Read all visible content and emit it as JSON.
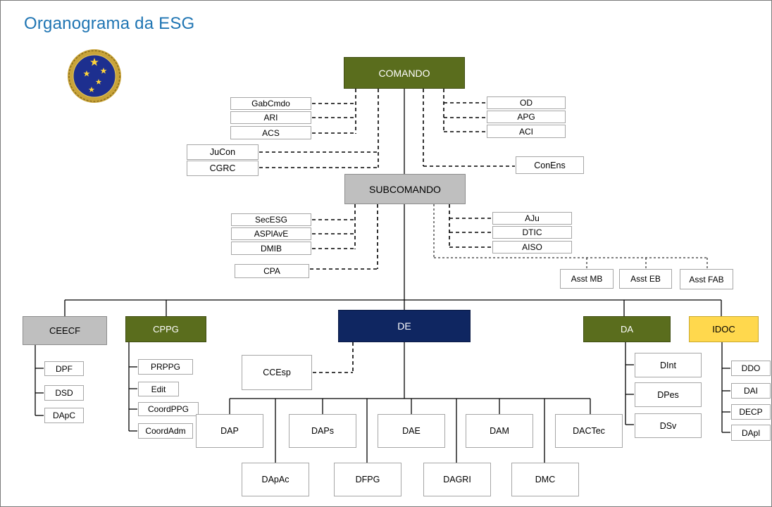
{
  "title": "Organograma da ESG",
  "colors": {
    "title": "#1f75b3",
    "comando": "#5a6d1d",
    "subcomando": "#bfbfbf",
    "de": "#0f2661",
    "idoc": "#ffd84d"
  },
  "icons": {
    "seal": "esg-seal-icon"
  },
  "org": {
    "comando": "COMANDO",
    "subcomando": "SUBCOMANDO",
    "comando_left": [
      "GabCmdo",
      "ARI",
      "ACS"
    ],
    "comando_right": [
      "OD",
      "APG",
      "ACI"
    ],
    "jucon": "JuCon",
    "cgrc": "CGRC",
    "conens": "ConEns",
    "sub_left": [
      "SecESG",
      "ASPlAvE",
      "DMIB"
    ],
    "sub_right": [
      "AJu",
      "DTIC",
      "AISO"
    ],
    "cpa": "CPA",
    "assts": [
      "Asst MB",
      "Asst EB",
      "Asst FAB"
    ],
    "ceecf": {
      "name": "CEECF",
      "children": [
        "DPF",
        "DSD",
        "DApC"
      ]
    },
    "cppg": {
      "name": "CPPG",
      "children": [
        "PRPPG",
        "Edit",
        "CoordPPG",
        "CoordAdm"
      ]
    },
    "de": {
      "name": "DE",
      "ccesp": "CCEsp",
      "top": [
        "DAP",
        "DAPs",
        "DAE",
        "DAM",
        "DACTec"
      ],
      "bottom": [
        "DApAc",
        "DFPG",
        "DAGRI",
        "DMC"
      ]
    },
    "da": {
      "name": "DA",
      "children": [
        "DInt",
        "DPes",
        "DSv"
      ]
    },
    "idoc": {
      "name": "IDOC",
      "children": [
        "DDO",
        "DAI",
        "DECP",
        "DApl"
      ]
    }
  }
}
